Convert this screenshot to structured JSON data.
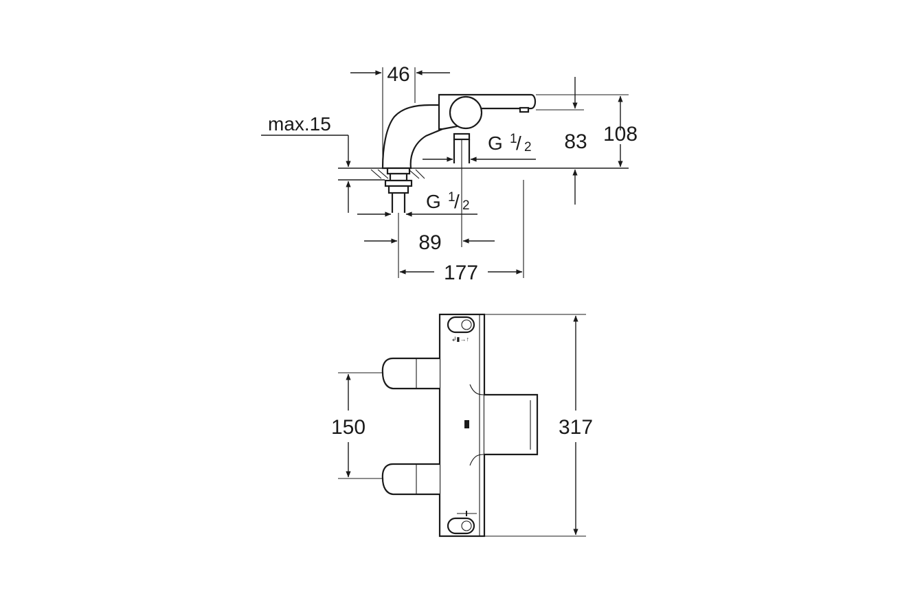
{
  "side_view": {
    "dim_width_top": "46",
    "dim_max": "max.15",
    "dim_height_spout": "83",
    "dim_height_total": "108",
    "thread_outlet": {
      "base": "G",
      "num": "1",
      "den": "2"
    },
    "thread_inlet": {
      "base": "G",
      "num": "1",
      "den": "2"
    },
    "dim_center": "89",
    "dim_reach": "177"
  },
  "front_view": {
    "dim_inlet_spacing": "150",
    "dim_total_height": "317"
  },
  "colors": {
    "line": "#1a1a1a",
    "background": "#ffffff"
  }
}
